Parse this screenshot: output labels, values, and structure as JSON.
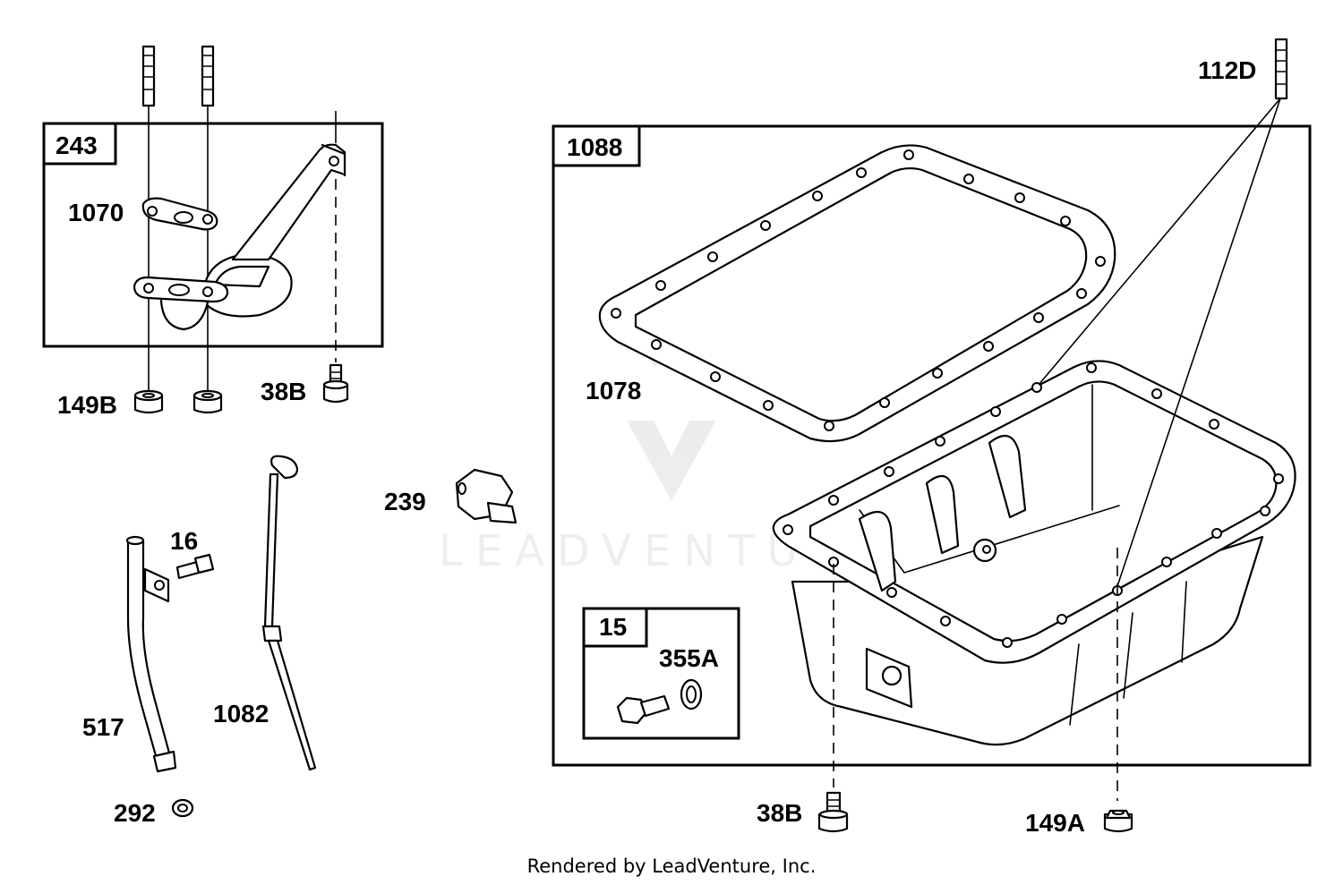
{
  "watermark": {
    "text": "LEADVENTURE"
  },
  "footer": "Rendered by LeadVenture, Inc.",
  "boxes": [
    {
      "id": "243",
      "label": "243"
    },
    {
      "id": "1088",
      "label": "1088"
    },
    {
      "id": "15",
      "label": "15"
    }
  ],
  "callouts": {
    "p1070": "1070",
    "p149B": "149B",
    "p38B_left": "38B",
    "p16": "16",
    "p517": "517",
    "p1082": "1082",
    "p292": "292",
    "p239": "239",
    "p1078": "1078",
    "p112D": "112D",
    "p355A": "355A",
    "p38B_right": "38B",
    "p149A": "149A"
  }
}
